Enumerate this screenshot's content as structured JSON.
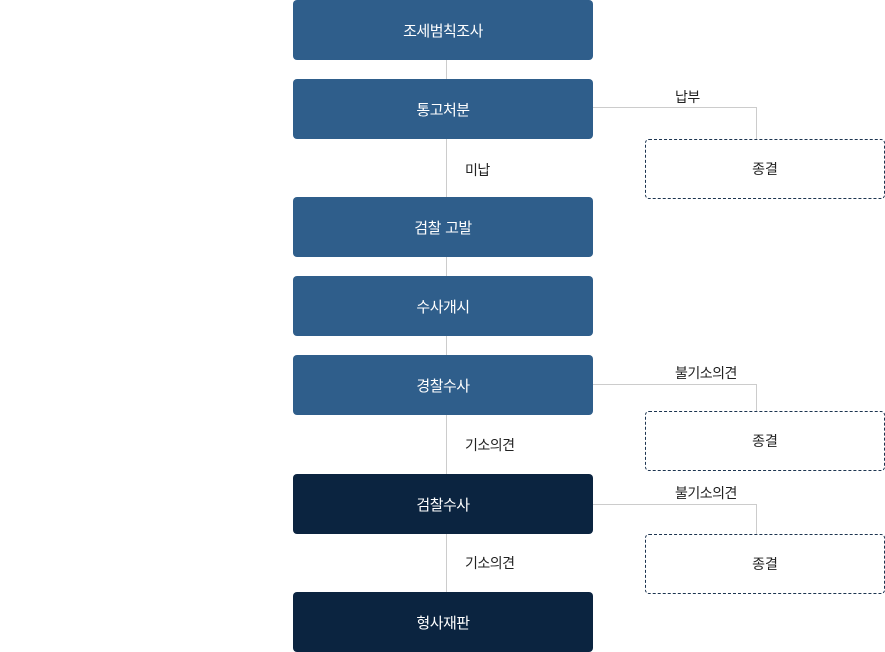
{
  "nodes": [
    {
      "label": "조세범칙조사"
    },
    {
      "label": "통고처분"
    },
    {
      "label": "검찰 고발"
    },
    {
      "label": "수사개시"
    },
    {
      "label": "경찰수사"
    },
    {
      "label": "검찰수사"
    },
    {
      "label": "형사재판"
    }
  ],
  "branches": [
    {
      "label": "납부",
      "end": "종결"
    },
    {
      "label": "불기소의견",
      "end": "종결"
    },
    {
      "label": "불기소의견",
      "end": "종결"
    }
  ],
  "flow_labels": {
    "unpaid": "미납",
    "indict1": "기소의견",
    "indict2": "기소의견"
  },
  "colors": {
    "step": "#2f5e8b",
    "final_step": "#0b2440",
    "connector": "#cccccc",
    "end_border": "#1c3450"
  }
}
